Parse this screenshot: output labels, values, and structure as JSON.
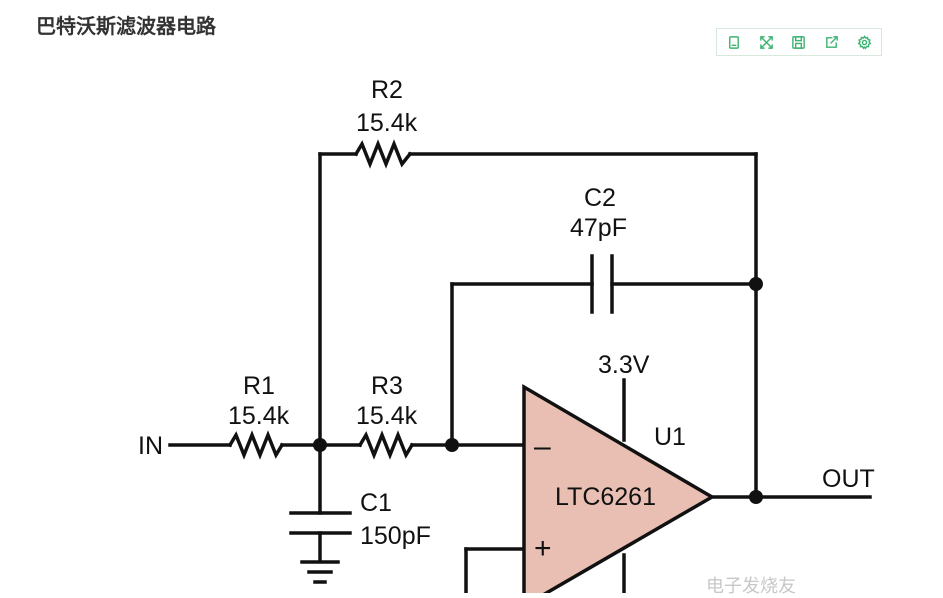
{
  "page": {
    "title": "巴特沃斯滤波器电路"
  },
  "toolbar": {
    "buttons": [
      {
        "name": "copy-icon"
      },
      {
        "name": "fullscreen-icon"
      },
      {
        "name": "save-icon"
      },
      {
        "name": "share-icon"
      },
      {
        "name": "settings-icon"
      }
    ],
    "icon_color": "#3cb371"
  },
  "schematic": {
    "input_label": "IN",
    "output_label": "OUT",
    "supply_label": "3.3V",
    "components": {
      "r1": {
        "ref": "R1",
        "value": "15.4k"
      },
      "r2": {
        "ref": "R2",
        "value": "15.4k"
      },
      "r3": {
        "ref": "R3",
        "value": "15.4k"
      },
      "c1": {
        "ref": "C1",
        "value": "150pF"
      },
      "c2": {
        "ref": "C2",
        "value": "47pF"
      },
      "u1": {
        "ref": "U1",
        "part": "LTC6261",
        "minus": "–",
        "plus": "+"
      }
    },
    "opamp_fill": "#e8bfb2",
    "wire_color": "#111111"
  },
  "watermark": {
    "text": "电子发烧友"
  }
}
